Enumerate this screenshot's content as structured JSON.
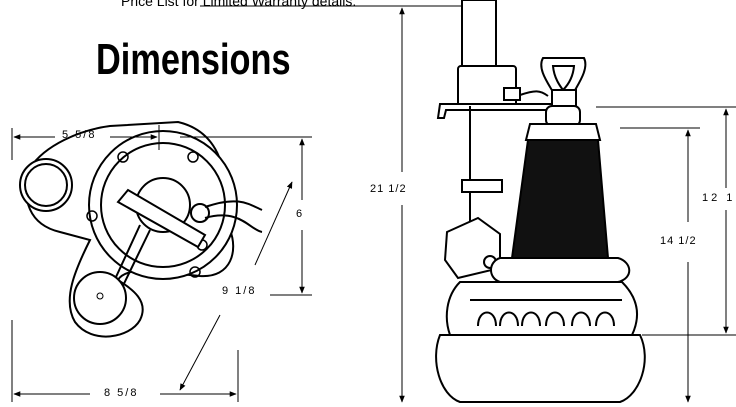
{
  "top_note": "Price List for Limited Warranty details.",
  "heading": "Dimensions",
  "top_view_dimensions": {
    "width_top": "5 5/8",
    "height_right": "6",
    "diagonal": "9 1/8",
    "width_bottom": "8 5/8"
  },
  "side_view_dimensions": {
    "overall_height": "21 1/2",
    "body_height": "14 1/2",
    "inlet_height": "12 1"
  },
  "colors": {
    "line": "#000000",
    "background": "#ffffff",
    "pump_body": "#111111"
  }
}
